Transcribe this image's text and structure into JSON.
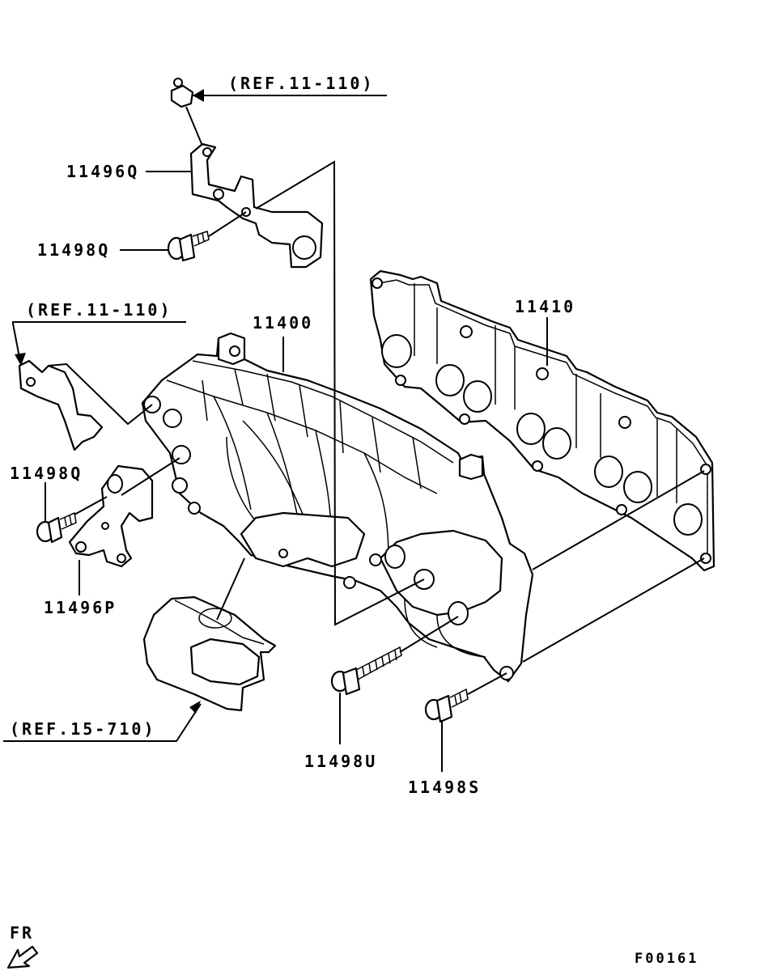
{
  "labels": {
    "ref_11_110_top": "(REF.11-110)",
    "ref_11_110_left": "(REF.11-110)",
    "ref_15_710": "(REF.15-710)",
    "part_11496Q": "11496Q",
    "part_11498Q_top": "11498Q",
    "part_11498Q_left": "11498Q",
    "part_11496P": "11496P",
    "part_11400": "11400",
    "part_11410": "11410",
    "part_11498U": "11498U",
    "part_11498S": "11498S",
    "front_indicator": "FR",
    "figure_code": "F00161"
  },
  "colors": {
    "line": "#000000",
    "background": "#ffffff"
  },
  "icons": {
    "front_arrow": "arrow-down-left-icon"
  }
}
